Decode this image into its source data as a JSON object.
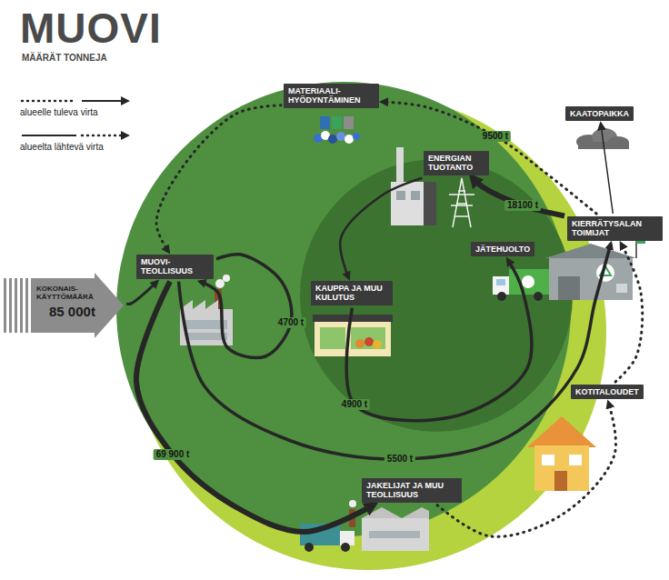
{
  "diagram": {
    "title": "MUOVI",
    "nodes": [
      {
        "text": [
          "MATERIAALI- HYÖDYNTÄMINEN"
        ]
      },
      {
        "text": [
          "KAATOPAIKKA"
        ]
      },
      {
        "text": [
          "ENERGIAN TUOTANTO"
        ]
      },
      {
        "text": [
          "KIERRÄTYSALAN TOIMIJAT"
        ]
      },
      {
        "text": [
          "JÄTEHUOLTO"
        ]
      },
      {
        "text": [
          "MUOVI- TEOLLISUUS"
        ]
      },
      {
        "text": [
          "KAUPPA JA MUU KULUTUS"
        ]
      },
      {
        "text": [
          "KOKONAIS- KÄYTTÖMÄÄRÄ",
          "85 000t"
        ]
      },
      {
        "text": [
          "KOTITALOUDET"
        ]
      },
      {
        "text": [
          "JAKELIJAT JA MUU TEOLLISUUS"
        ]
      }
    ],
    "edges": [
      {
        "from": 7,
        "to": 5,
        "arrow": "to"
      },
      {
        "from": 5,
        "to": 5,
        "label": "4700 t",
        "arrow": "to"
      },
      {
        "from": 5,
        "to": 9,
        "label": "69 900 t",
        "arrow": "to"
      },
      {
        "from": 6,
        "to": 4,
        "label": "4900 t",
        "arrow": "to"
      },
      {
        "from": 5,
        "to": 3,
        "label": "5500 t",
        "arrow": "to"
      },
      {
        "from": 3,
        "to": 2,
        "label": "18100 t",
        "arrow": "to"
      },
      {
        "from": 3,
        "to": 0,
        "label": "9500 t",
        "arrow": "to"
      },
      {
        "from": 3,
        "to": 1,
        "arrow": "to"
      },
      {
        "from": 2,
        "to": 6,
        "arrow": "to"
      },
      {
        "from": 0,
        "to": 5,
        "arrow": "to"
      },
      {
        "from": 9,
        "to": 8,
        "arrow": "to"
      },
      {
        "from": 8,
        "to": 3,
        "arrow": "to"
      }
    ],
    "labels": [
      "MÄÄRÄT TONNEJA"
    ],
    "legend": [
      {
        "text": "alueelle tuleva virta"
      },
      {
        "text": "alueelta lähtevä virta"
      }
    ]
  }
}
